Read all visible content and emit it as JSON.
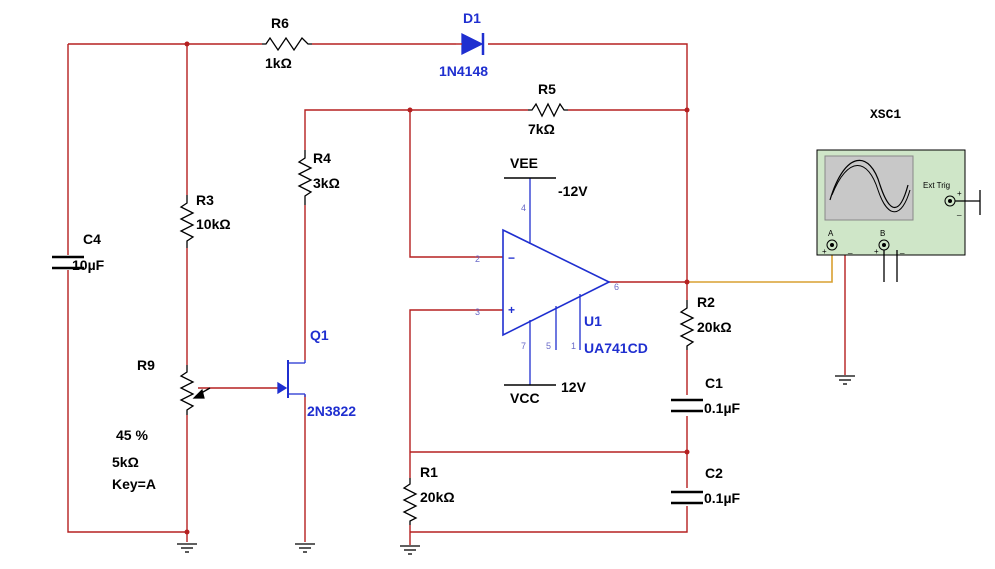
{
  "components": {
    "r6": {
      "name": "R6",
      "value": "1kΩ"
    },
    "d1": {
      "name": "D1",
      "model": "1N4148"
    },
    "r5": {
      "name": "R5",
      "value": "7kΩ"
    },
    "r4": {
      "name": "R4",
      "value": "3kΩ"
    },
    "r3": {
      "name": "R3",
      "value": "10kΩ"
    },
    "c4": {
      "name": "C4",
      "value": "10µF"
    },
    "r9": {
      "name": "R9",
      "percent": "45 %",
      "value": "5kΩ",
      "key": "Key=A"
    },
    "q1": {
      "name": "Q1",
      "model": "2N3822"
    },
    "u1": {
      "name": "U1",
      "model": "UA741CD",
      "pins": {
        "inv": "2",
        "noninv": "3",
        "out": "6",
        "vneg": "4",
        "vpos": "7",
        "n5": "5",
        "n1": "1"
      }
    },
    "vee": {
      "name": "VEE",
      "value": "-12V"
    },
    "vcc": {
      "name": "VCC",
      "value": "12V"
    },
    "r2": {
      "name": "R2",
      "value": "20kΩ"
    },
    "c1": {
      "name": "C1",
      "value": "0.1µF"
    },
    "c2": {
      "name": "C2",
      "value": "0.1µF"
    },
    "r1": {
      "name": "R1",
      "value": "20kΩ"
    },
    "xsc1": {
      "name": "XSC1",
      "ext_trig": "Ext Trig",
      "ch_a": "A",
      "ch_b": "B",
      "plus": "+",
      "minus": "_"
    }
  },
  "colors": {
    "wire": "#b52020",
    "probe_wire": "#d8a030",
    "component_label_blue": "#1f2fd0",
    "scope_body": "#cfe6c8",
    "scope_screen": "#c8c8c8"
  }
}
